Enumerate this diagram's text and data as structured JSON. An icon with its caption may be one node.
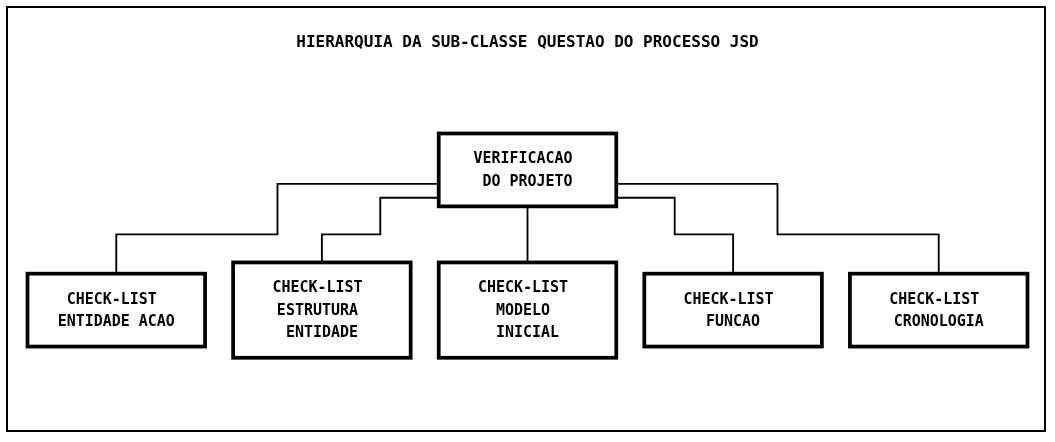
{
  "diagram": {
    "title": "HIERARQUIA DA SUB-CLASSE QUESTAO DO PROCESSO JSD",
    "nodes": [
      {
        "text": [
          "VERIFICACAO DO PROJETO"
        ]
      },
      {
        "text": [
          "CHECK-LIST ENTIDADE ACAO"
        ]
      },
      {
        "text": [
          "CHECK-LIST ESTRUTURA ENTIDADE"
        ]
      },
      {
        "text": [
          "CHECK-LIST MODELO INICIAL"
        ]
      },
      {
        "text": [
          "CHECK-LIST FUNCAO"
        ]
      },
      {
        "text": [
          "CHECK-LIST CRONOLOGIA"
        ]
      }
    ],
    "edges": [
      {
        "from": 0,
        "to": 1,
        "arrow": "none"
      },
      {
        "from": 0,
        "to": 2,
        "arrow": "none"
      },
      {
        "from": 0,
        "to": 3,
        "arrow": "none"
      },
      {
        "from": 0,
        "to": 4,
        "arrow": "none"
      },
      {
        "from": 0,
        "to": 5,
        "arrow": "none"
      }
    ]
  }
}
